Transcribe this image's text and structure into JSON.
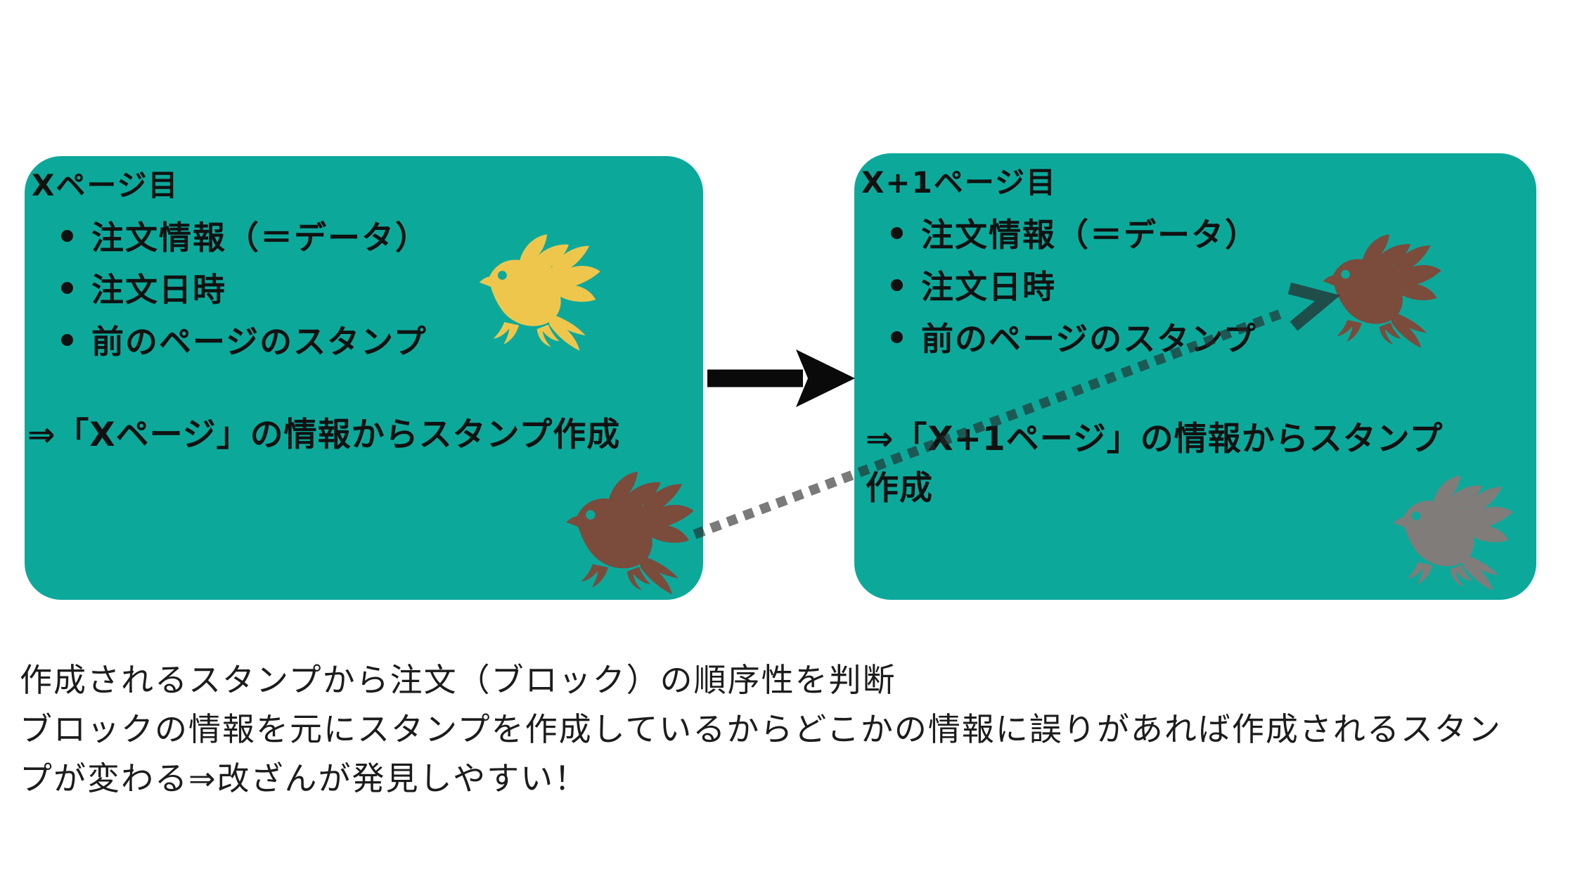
{
  "colors": {
    "teal": "#0CA99B",
    "ink": "#111111",
    "bird_yellow": "#EFC64C",
    "bird_brown": "#7B4B3C",
    "bird_gray": "#7F7C7A",
    "body_text": "#1c1c1c"
  },
  "left_box": {
    "title": "Xページ目",
    "bullets": [
      "注文情報（＝データ）",
      "注文日時",
      "前のページのスタンプ"
    ],
    "footer": "⇒「Xページ」の情報からスタンプ作成"
  },
  "right_box": {
    "title": "X+1ページ目",
    "bullets": [
      "注文情報（＝データ）",
      "注文日時",
      "前のページのスタンプ"
    ],
    "footer_line1": "⇒「X+1ページ」の情報からスタンプ",
    "footer_line2": "作成"
  },
  "bottom_text": {
    "line1": "作成されるスタンプから注文（ブロック）の順序性を判断",
    "line2": "ブロックの情報を元にスタンプを作成しているからどこかの情報に誤りがあれば作成されるスタン",
    "line3": "プが変わる⇒改ざんが発見しやすい！"
  },
  "icons": {
    "solid_arrow": "black-right-arrow-icon",
    "dotted_arrow": "dotted-stamp-link-arrow-icon",
    "birds": [
      "yellow-bird-stamp-icon",
      "brown-bird-stamp-icon",
      "brown-bird-stamp-icon",
      "gray-bird-stamp-icon"
    ]
  }
}
